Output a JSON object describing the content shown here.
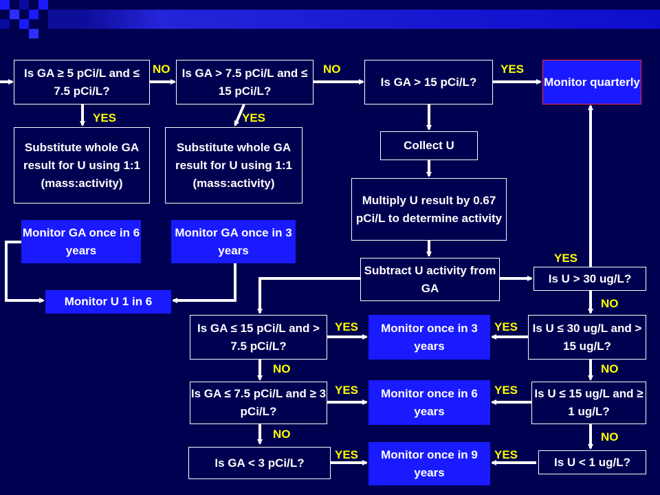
{
  "boxes": {
    "ga_5": "Is GA ≥ 5 pCi/L and ≤ 7.5 pCi/L?",
    "ga_7_5": "Is GA > 7.5 pCi/L and ≤ 15 pCi/L?",
    "ga_15": "Is GA > 15 pCi/L?",
    "monitor_quarterly": "Monitor quarterly",
    "substitute_1": "Substitute whole GA result for U using 1:1 (mass:activity)",
    "substitute_2": "Substitute whole GA result for U using 1:1 (mass:activity)",
    "collect_u": "Collect U",
    "multiply_u": "Multiply U result by 0.67 pCi/L to determine activity",
    "monitor_ga_6": "Monitor GA once in 6 years",
    "monitor_ga_3": "Monitor GA once in 3 years",
    "subtract_u": "Subtract U activity from GA",
    "monitor_u": "Monitor U 1 in 6",
    "u_30": "Is U > 30 ug/L?",
    "ga_le15": "Is GA ≤ 15 pCi/L and > 7.5 pCi/L?",
    "monitor_3y": "Monitor once in 3 years",
    "u_le30": "Is U ≤ 30 ug/L and > 15 ug/L?",
    "ga_le7_5": "Is GA ≤ 7.5 pCi/L and ≥ 3 pCi/L?",
    "monitor_6y": "Monitor once in 6 years",
    "u_le15": "Is U ≤ 15 ug/L and ≥ 1 ug/L?",
    "ga_3": "Is GA < 3 pCi/L?",
    "monitor_9y": "Monitor once in 9 years",
    "u_1": "Is U < 1 ug/L?"
  },
  "labels": {
    "no1": "NO",
    "no2": "NO",
    "yes_q": "YES",
    "yes1": "YES",
    "yes2": "YES",
    "yes_u30": "YES",
    "no_u30": "NO",
    "yes_ga15": "YES",
    "yes_u30b": "YES",
    "no_ga15": "NO",
    "no_u30b": "NO",
    "yes_ga7": "YES",
    "yes_u15": "YES",
    "no_ga7": "NO",
    "no_u15": "NO",
    "yes_ga3": "YES",
    "yes_u1": "YES"
  },
  "colors": {
    "background": "#000050",
    "box_fill": "#1a1aff",
    "label": "#ffff00",
    "line": "#ffffff",
    "alert_border": "#ff2a2a"
  }
}
